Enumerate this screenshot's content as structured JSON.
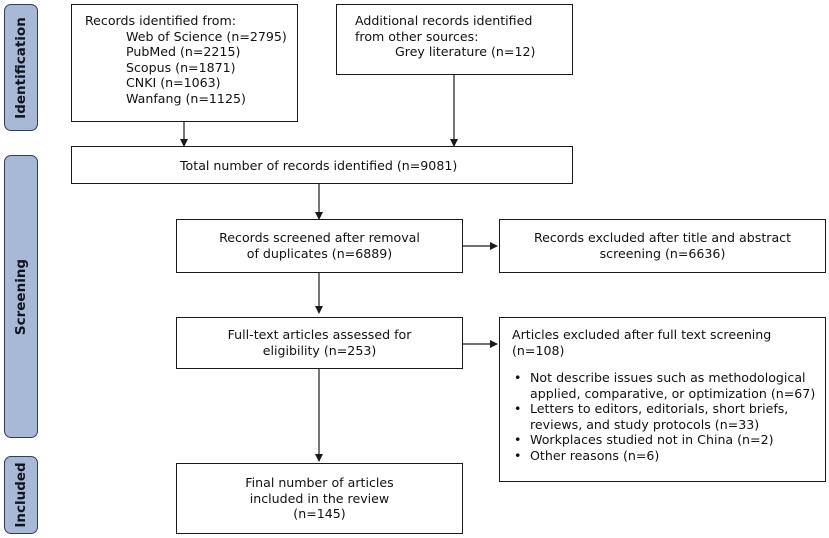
{
  "phases": {
    "identification": "Identification",
    "screening": "Screening",
    "included": "Included"
  },
  "identification": {
    "databases_heading": "Records identified from:",
    "databases": [
      "Web of Science (n=2795)",
      "PubMed (n=2215)",
      "Scopus (n=1871)",
      "CNKI (n=1063)",
      "Wanfang (n=1125)"
    ],
    "other_heading_line1": "Additional records identified",
    "other_heading_line2": "from other sources:",
    "other_sources": [
      "Grey literature (n=12)"
    ],
    "total": "Total number of records identified (n=9081)"
  },
  "screening": {
    "screened_line1": "Records screened after removal",
    "screened_line2": "of duplicates (n=6889)",
    "excluded_ta_line1": "Records excluded after title and abstract",
    "excluded_ta_line2": "screening (n=6636)",
    "fulltext_line1": "Full-text articles assessed for",
    "fulltext_line2": "eligibility (n=253)",
    "excluded_ft_line1": "Articles excluded after full text screening",
    "excluded_ft_line2": "(n=108)",
    "reasons": [
      [
        "Not describe issues such as methodological",
        "applied, comparative, or optimization (n=67)"
      ],
      [
        "Letters to editors, editorials, short briefs,",
        "reviews, and study protocols (n=33)"
      ],
      [
        "Workplaces studied not in China (n=2)"
      ],
      [
        "Other reasons (n=6)"
      ]
    ]
  },
  "included": {
    "final_line1": "Final number of articles",
    "final_line2": "included in the review",
    "final_line3": "(n=145)"
  },
  "colors": {
    "phase_fill": "#a7b9d6",
    "phase_border": "#2f3f5a",
    "box_border": "#1a1a1a",
    "arrow": "#1a1a1a"
  }
}
